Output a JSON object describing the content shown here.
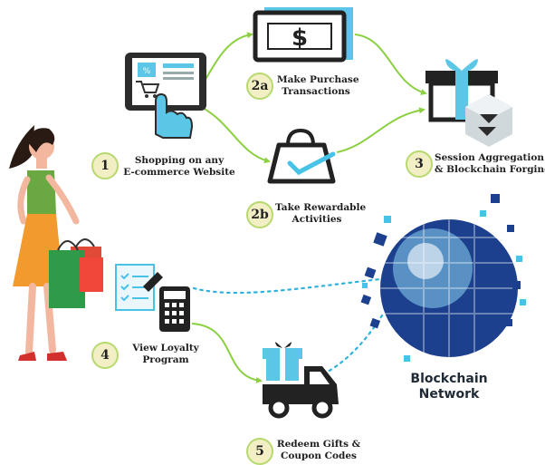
{
  "colors": {
    "arrow": "#8cd042",
    "accent_cyan": "#46c3e6",
    "dark": "#222222",
    "badge_fill": "#f3efc4",
    "badge_ring": "#b7d96f",
    "globe_blue": "#1c3f8e"
  },
  "steps": [
    {
      "id": "1",
      "lines": [
        "Shopping on any",
        "E-commerce Website"
      ],
      "icon": "tablet-cart-icon"
    },
    {
      "id": "2a",
      "lines": [
        "Make Purchase",
        "Transactions"
      ],
      "icon": "dollar-bill-icon"
    },
    {
      "id": "2b",
      "lines": [
        "Take Rewardable",
        "Activities"
      ],
      "icon": "shopping-bag-check-icon"
    },
    {
      "id": "3",
      "lines": [
        "Session Aggregation",
        "& Blockchain Forging"
      ],
      "icon": "gift-box-blockchain-icon"
    },
    {
      "id": "4",
      "lines": [
        "View Loyalty",
        "Program"
      ],
      "icon": "clipboard-calculator-icon"
    },
    {
      "id": "5",
      "lines": [
        "Redeem Gifts &",
        "Coupon Codes"
      ],
      "icon": "delivery-truck-gift-icon"
    }
  ],
  "network": {
    "lines": [
      "Blockchain",
      "Network"
    ],
    "icon": "blockchain-globe-icon"
  },
  "shopper": {
    "icon": "woman-shopper-icon"
  }
}
